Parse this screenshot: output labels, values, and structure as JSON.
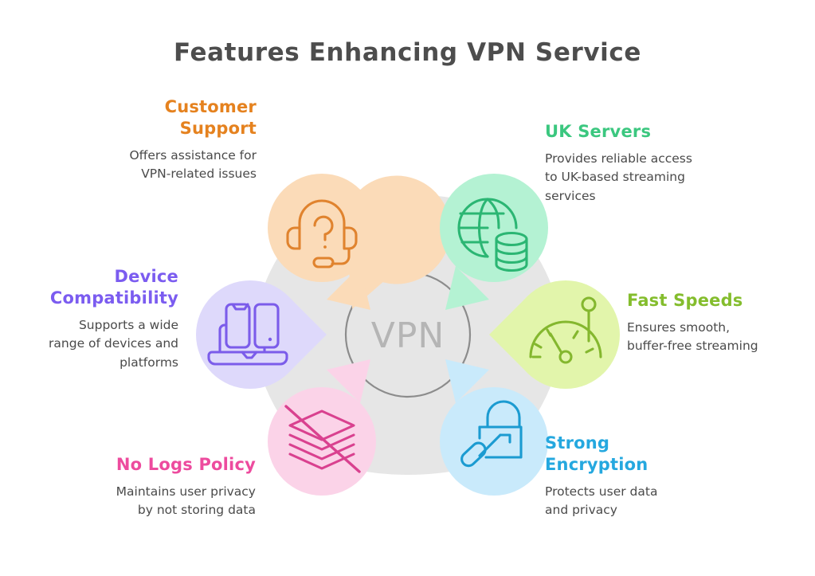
{
  "title": "Features Enhancing VPN Service",
  "center": {
    "label": "VPN",
    "hub_color": "#e6e6e6",
    "ring_color": "#8c8c8c",
    "label_color": "#b5b5b5"
  },
  "features": [
    {
      "key": "customer_support",
      "heading": "Customer\nSupport",
      "heading_line1": "Customer",
      "heading_line2": "Support",
      "description": "Offers assistance for VPN-related issues",
      "desc_line1": "Offers assistance for",
      "desc_line2": "VPN-related issues",
      "icon": "headset-question-icon",
      "fill": "#fbdbb8",
      "stroke": "#e0832e",
      "heading_color": "#e5821f",
      "align": "right",
      "position": "top-left"
    },
    {
      "key": "uk_servers",
      "heading": "UK Servers",
      "heading_line1": "UK Servers",
      "heading_line2": "",
      "description": "Provides reliable access to UK-based streaming services",
      "desc_line1": "Provides reliable access",
      "desc_line2": "to UK-based streaming",
      "desc_line3": "services",
      "icon": "globe-database-icon",
      "fill": "#b4f2d3",
      "stroke": "#2bb673",
      "heading_color": "#3bc77f",
      "align": "left",
      "position": "top-right"
    },
    {
      "key": "device_compatibility",
      "heading": "Device Compatibility",
      "heading_line1": "Device",
      "heading_line2": "Compatibility",
      "description": "Supports a wide range of devices and platforms",
      "desc_line1": "Supports a wide",
      "desc_line2": "range of devices and",
      "desc_line3": "platforms",
      "icon": "laptop-phone-tablet-icon",
      "fill": "#ded9fb",
      "stroke": "#7b5cea",
      "heading_color": "#7b5cf0",
      "align": "right",
      "position": "left"
    },
    {
      "key": "fast_speeds",
      "heading": "Fast Speeds",
      "heading_line1": "Fast Speeds",
      "heading_line2": "",
      "description": "Ensures smooth, buffer-free streaming",
      "desc_line1": "Ensures smooth,",
      "desc_line2": "buffer-free streaming",
      "icon": "speedometer-icon",
      "fill": "#e2f5ab",
      "stroke": "#84b72e",
      "heading_color": "#84bd2d",
      "align": "left",
      "position": "right"
    },
    {
      "key": "no_logs_policy",
      "heading": "No Logs Policy",
      "heading_line1": "No Logs Policy",
      "heading_line2": "",
      "description": "Maintains user privacy by not storing data",
      "desc_line1": "Maintains user privacy",
      "desc_line2": "by not storing data",
      "icon": "no-documents-icon",
      "fill": "#fbd3e8",
      "stroke": "#d9418f",
      "heading_color": "#ed4b9e",
      "align": "right",
      "position": "bottom-left"
    },
    {
      "key": "strong_encryption",
      "heading": "Strong Encryption",
      "heading_line1": "Strong",
      "heading_line2": "Encryption",
      "description": "Protects user data and privacy",
      "desc_line1": "Protects user data",
      "desc_line2": "and privacy",
      "icon": "padlock-key-icon",
      "fill": "#c9eafb",
      "stroke": "#1b9bd1",
      "heading_color": "#25a8df",
      "align": "left",
      "position": "bottom-right"
    }
  ],
  "colors": {
    "title": "#4d4d4d",
    "description": "#4a4a4a",
    "background": "#ffffff"
  }
}
